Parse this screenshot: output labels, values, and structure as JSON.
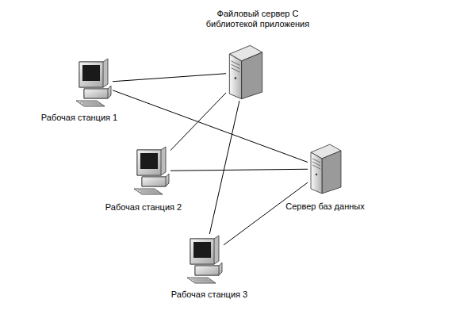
{
  "diagram": {
    "nodes": [
      {
        "text": [
          "Файловый сервер С библиотекой приложения"
        ]
      },
      {
        "text": [
          "Рабочая станция 1"
        ]
      },
      {
        "text": [
          "Рабочая станция 2"
        ]
      },
      {
        "text": [
          "Сервер баз данных"
        ]
      },
      {
        "text": [
          "Рабочая станция 3"
        ]
      }
    ],
    "edges": [
      {
        "from": 1,
        "to": 0,
        "arrow": "none"
      },
      {
        "from": 1,
        "to": 3,
        "arrow": "none"
      },
      {
        "from": 2,
        "to": 0,
        "arrow": "none"
      },
      {
        "from": 2,
        "to": 3,
        "arrow": "none"
      },
      {
        "from": 4,
        "to": 0,
        "arrow": "none"
      },
      {
        "from": 4,
        "to": 3,
        "arrow": "none"
      }
    ]
  }
}
